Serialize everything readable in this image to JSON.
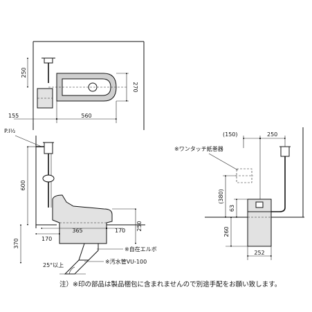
{
  "top_view": {
    "dim_height": "250",
    "dim_width_right": "270",
    "dim_offset": "155",
    "dim_length": "560"
  },
  "side_view": {
    "pipe_label": "P.I½",
    "dim_600": "600",
    "dim_370": "370",
    "dim_365": "365",
    "dim_170_right": "170",
    "dim_250": "250",
    "dim_170_left": "170",
    "elbow_note": "※自在エルボ",
    "drain_note": "※汚水管VU-100",
    "angle_note": "25°以上"
  },
  "front_view": {
    "dim_150": "(150)",
    "dim_250": "250",
    "paper_holder_note": "※ワンタッチ紙巻器",
    "dim_380": "(380)",
    "dim_63": "63",
    "dim_260": "260",
    "dim_252": "252"
  },
  "footer": {
    "note": "注）※印の部品は製品梱包に含まれませんので別途手配をお願い致します。"
  }
}
